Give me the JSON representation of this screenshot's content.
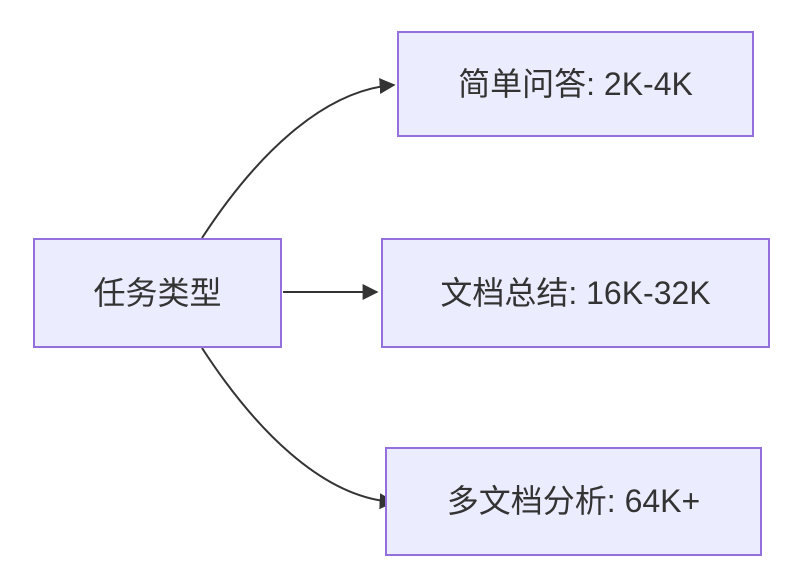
{
  "diagram": {
    "type": "flowchart-left-to-right",
    "nodes": [
      {
        "id": "root",
        "label": "任务类型"
      },
      {
        "id": "qa",
        "label": "简单问答: 2K-4K"
      },
      {
        "id": "summary",
        "label": "文档总结: 16K-32K"
      },
      {
        "id": "multidoc",
        "label": "多文档分析: 64K+"
      }
    ],
    "edges": [
      {
        "from": "root",
        "to": "qa"
      },
      {
        "from": "root",
        "to": "summary"
      },
      {
        "from": "root",
        "to": "multidoc"
      }
    ],
    "colors": {
      "background": "#FFFFFF",
      "node_fill": "#ECECFF",
      "node_border": "#9370DB",
      "edge_line": "#333333",
      "text": "#333333"
    }
  }
}
